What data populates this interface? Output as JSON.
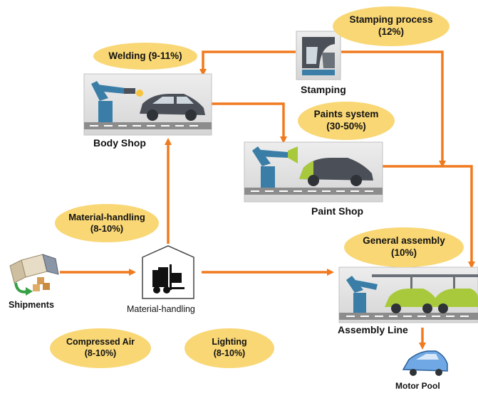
{
  "labels": {
    "stamping": "Stamping",
    "body_shop": "Body Shop",
    "paint_shop": "Paint Shop",
    "assembly_line": "Assembly Line",
    "shipments": "Shipments",
    "material_handling_node": "Material-handling",
    "motor_pool": "Motor Pool"
  },
  "ovals": {
    "stamping_process": {
      "line1": "Stamping process",
      "line2": "(12%)"
    },
    "welding": {
      "line1": "Welding (9-11%)"
    },
    "paints_system": {
      "line1": "Paints system",
      "line2": "(30-50%)"
    },
    "material_handling": {
      "line1": "Material-handling",
      "line2": "(8-10%)"
    },
    "general_assembly": {
      "line1": "General assembly",
      "line2": "(10%)"
    },
    "compressed_air": {
      "line1": "Compressed Air",
      "line2": "(8-10%)"
    },
    "lighting": {
      "line1": "Lighting",
      "line2": "(8-10%)"
    }
  },
  "colors": {
    "arrow": "#f07a1e",
    "oval": "#f9d775",
    "panel": "#e3e3e3",
    "robot": "#3a7ea8",
    "car_body": "#4b5058",
    "car_green": "#a9c93c"
  },
  "icons": {
    "stamping": "stamping-press-icon",
    "body_shop": "welding-robot-icon",
    "paint_shop": "paint-robot-icon",
    "assembly": "assembly-line-icon",
    "shipments": "delivery-truck-icon",
    "material_handling": "forklift-icon",
    "motor_pool": "car-icon"
  }
}
